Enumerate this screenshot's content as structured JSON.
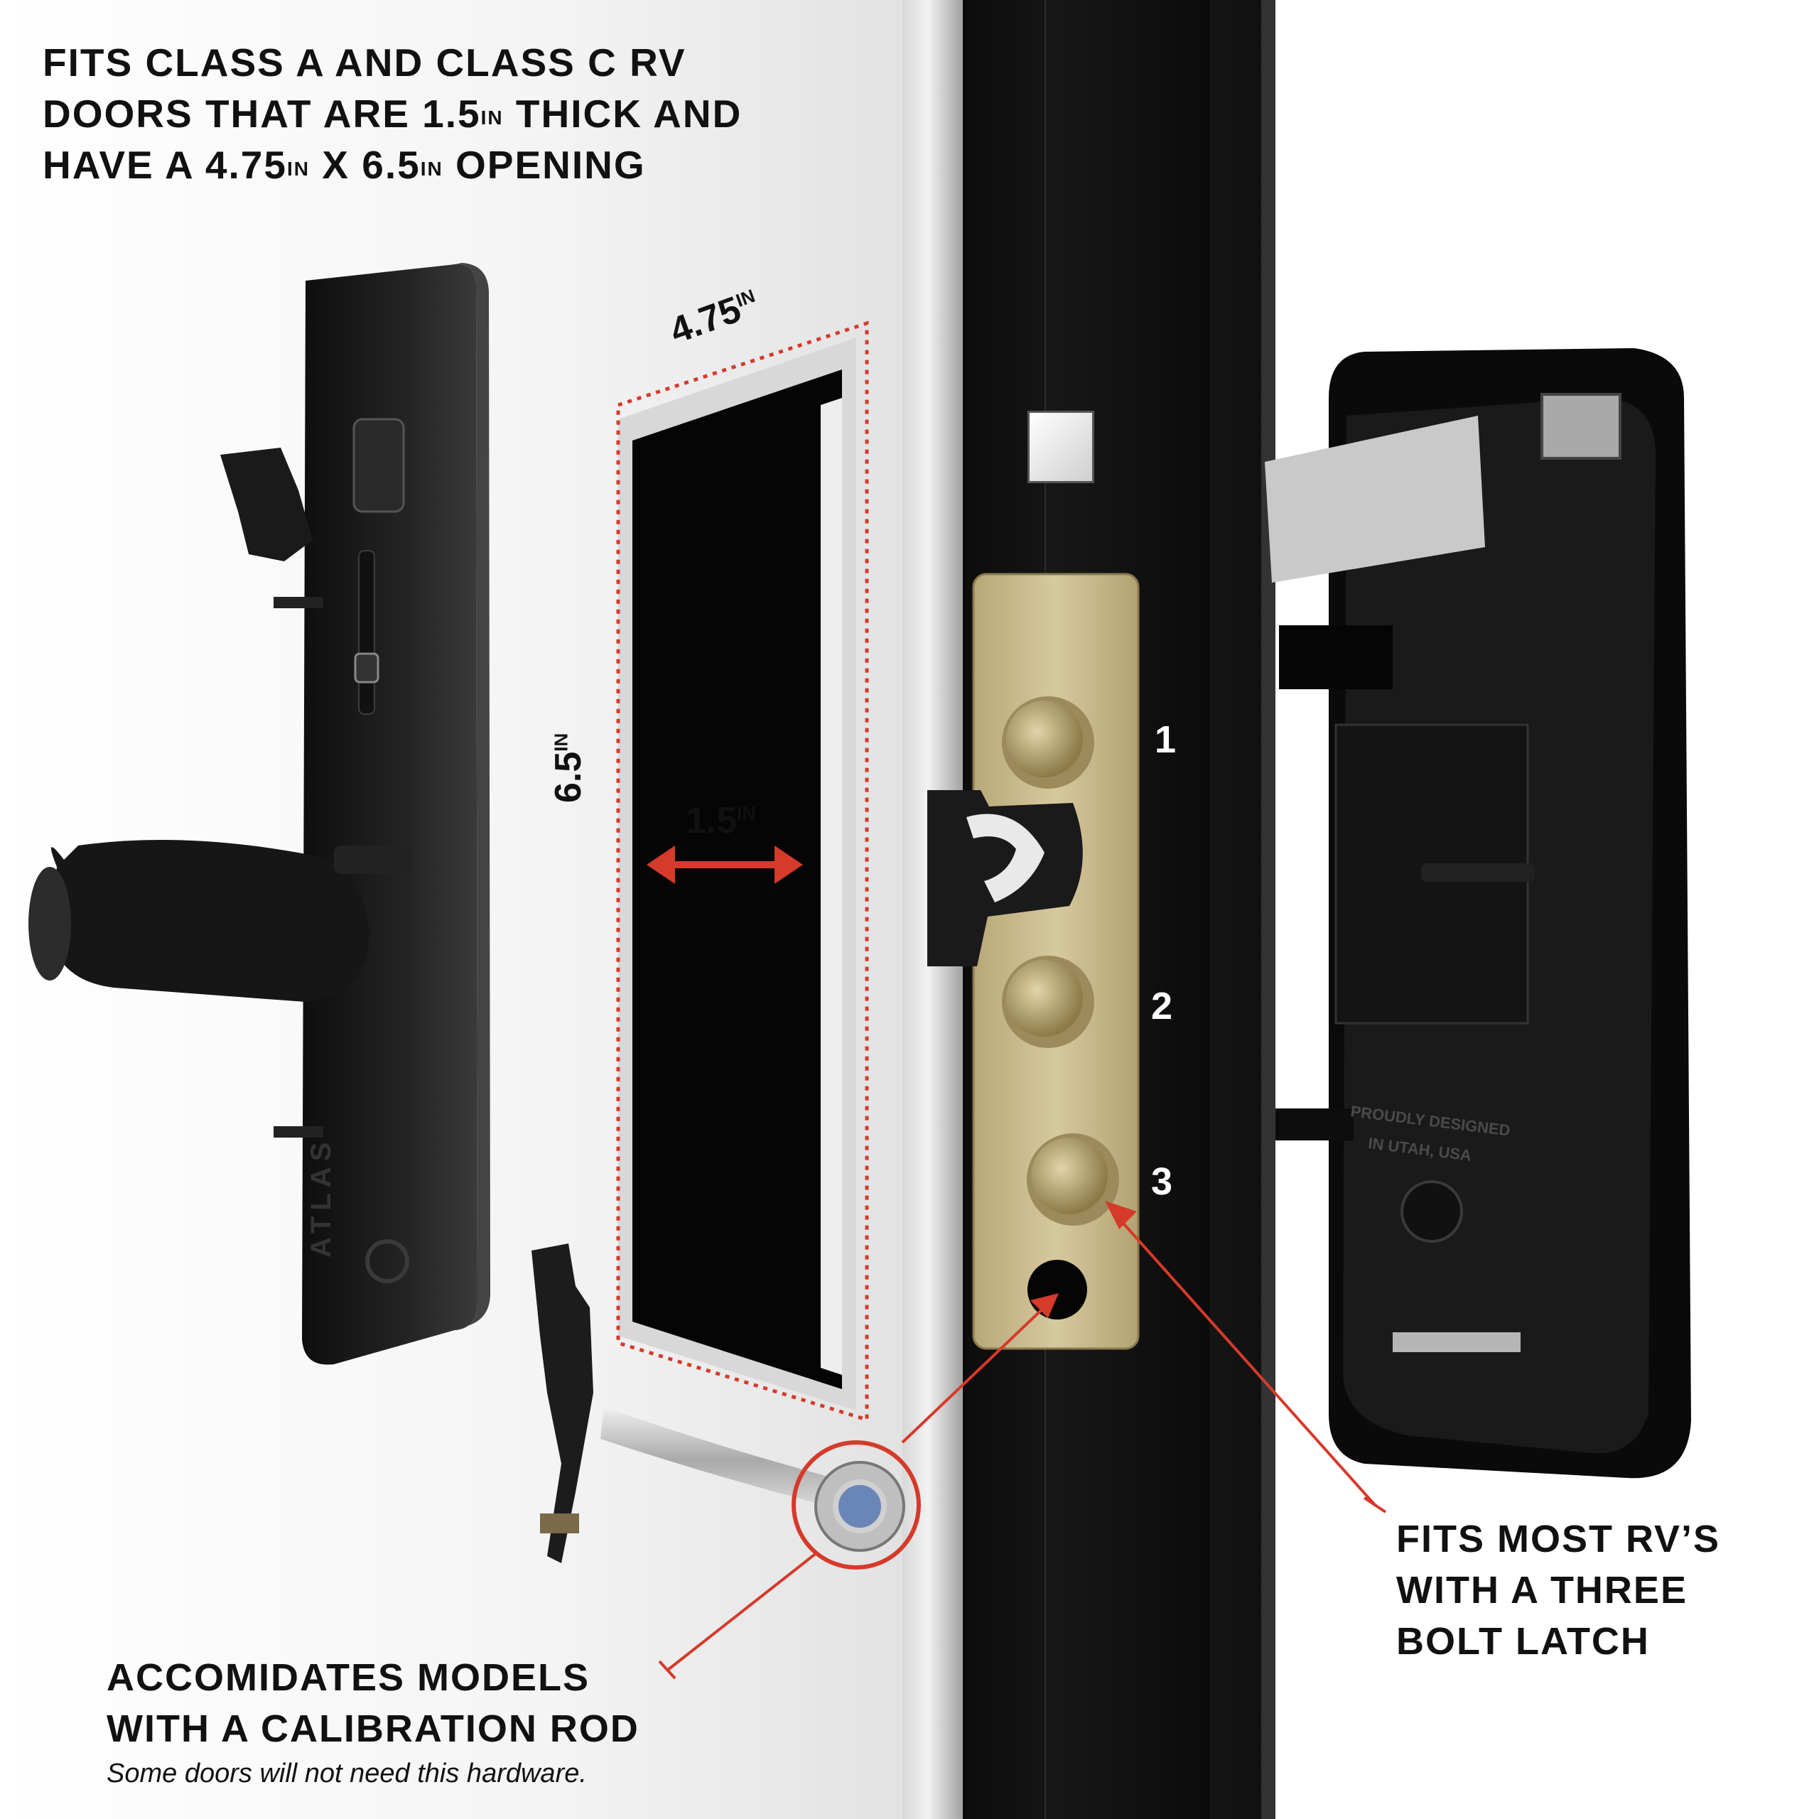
{
  "headline": {
    "line1": "FITS CLASS A AND CLASS C RV",
    "line2_a": "DOORS THAT ARE 1.5",
    "line2_sup": "IN",
    "line2_b": " THICK AND",
    "line3_a": "HAVE A 4.75",
    "line3_sup1": "IN",
    "line3_b": " X 6.5",
    "line3_sup2": "IN",
    "line3_c": " OPENING"
  },
  "dimensions": {
    "width": "4.75",
    "height": "6.5",
    "thickness": "1.5",
    "unit": "IN"
  },
  "bolt_numbers": [
    "1",
    "2",
    "3"
  ],
  "callouts": {
    "three_bolt": [
      "FITS MOST RV’S",
      "WITH A THREE",
      "BOLT LATCH"
    ],
    "calibration": [
      "ACCOMIDATES MODELS",
      "WITH A CALIBRATION ROD"
    ],
    "calibration_note": "Some doors will not need this hardware."
  },
  "product_text": {
    "brand": "ATLAS",
    "designed_line1": "PROUDLY DESIGNED",
    "designed_line2": "IN UTAH, USA"
  },
  "colors": {
    "accent_red": "#d63a2a",
    "brass": "#c8b88c",
    "lock_black": "#1a1a1a"
  }
}
